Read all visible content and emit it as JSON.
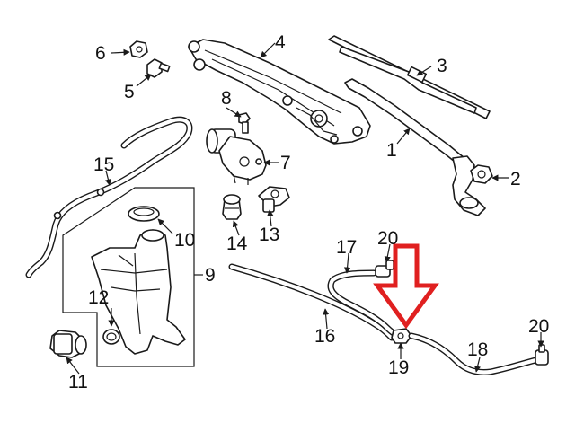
{
  "callouts": {
    "c1": "1",
    "c2": "2",
    "c3": "3",
    "c4": "4",
    "c5": "5",
    "c6": "6",
    "c7": "7",
    "c8": "8",
    "c9": "9",
    "c10": "10",
    "c11": "11",
    "c12": "12",
    "c13": "13",
    "c14": "14",
    "c15": "15",
    "c16": "16",
    "c17": "17",
    "c18": "18",
    "c19": "19",
    "c20a": "20",
    "c20b": "20"
  },
  "colors": {
    "line": "#1a1a1a",
    "highlight_arrow": "#e02020",
    "background": "#ffffff"
  }
}
